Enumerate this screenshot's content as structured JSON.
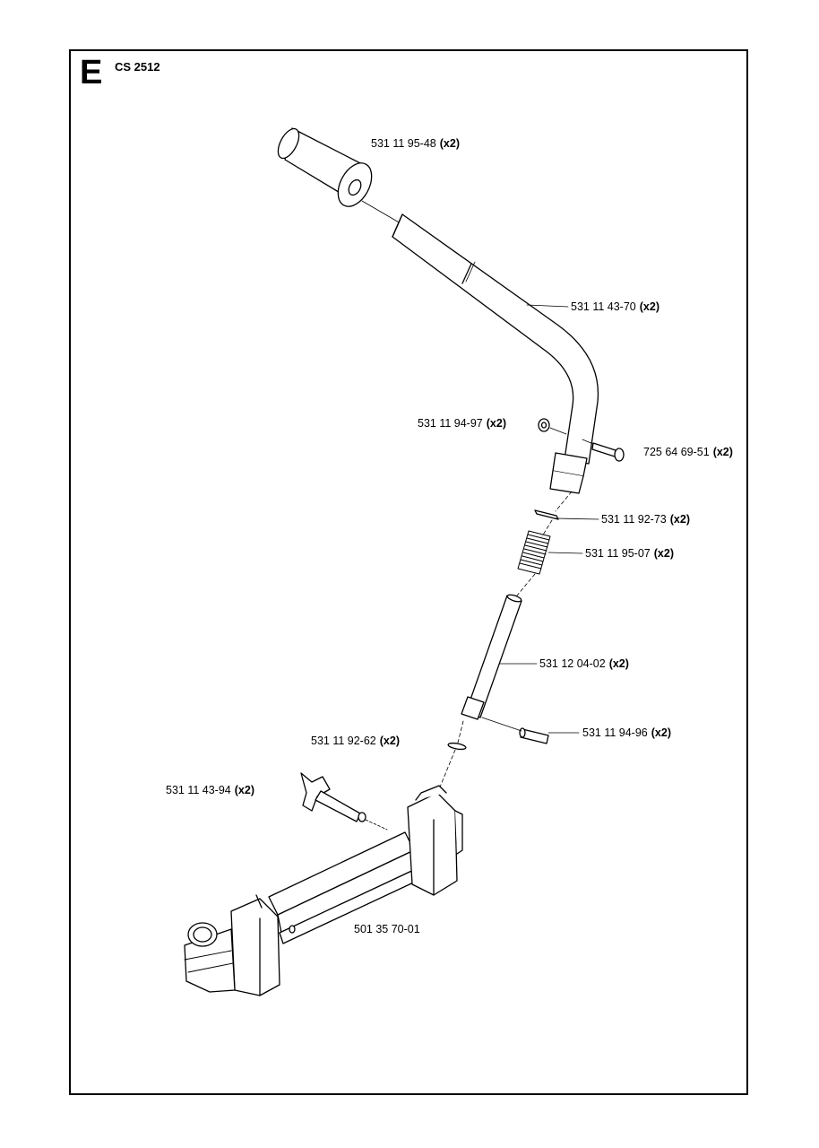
{
  "section": "E",
  "model": "CS 2512",
  "parts": [
    {
      "id": "grip",
      "number": "531 11 95-48",
      "qty": "(x2)"
    },
    {
      "id": "handle-bar",
      "number": "531 11 43-70",
      "qty": "(x2)"
    },
    {
      "id": "nut",
      "number": "531 11 94-97",
      "qty": "(x2)"
    },
    {
      "id": "screw",
      "number": "725 64 69-51",
      "qty": "(x2)"
    },
    {
      "id": "washer-top",
      "number": "531 11 92-73",
      "qty": "(x2)"
    },
    {
      "id": "spring",
      "number": "531 11 95-07",
      "qty": "(x2)"
    },
    {
      "id": "lower-tube",
      "number": "531 12 04-02",
      "qty": "(x2)"
    },
    {
      "id": "pin",
      "number": "531 11 94-96",
      "qty": "(x2)"
    },
    {
      "id": "washer-bottom",
      "number": "531 11 92-62",
      "qty": "(x2)"
    },
    {
      "id": "knob",
      "number": "531 11 43-94",
      "qty": "(x2)"
    },
    {
      "id": "base-frame",
      "number": "501 35 70-01",
      "qty": ""
    }
  ]
}
